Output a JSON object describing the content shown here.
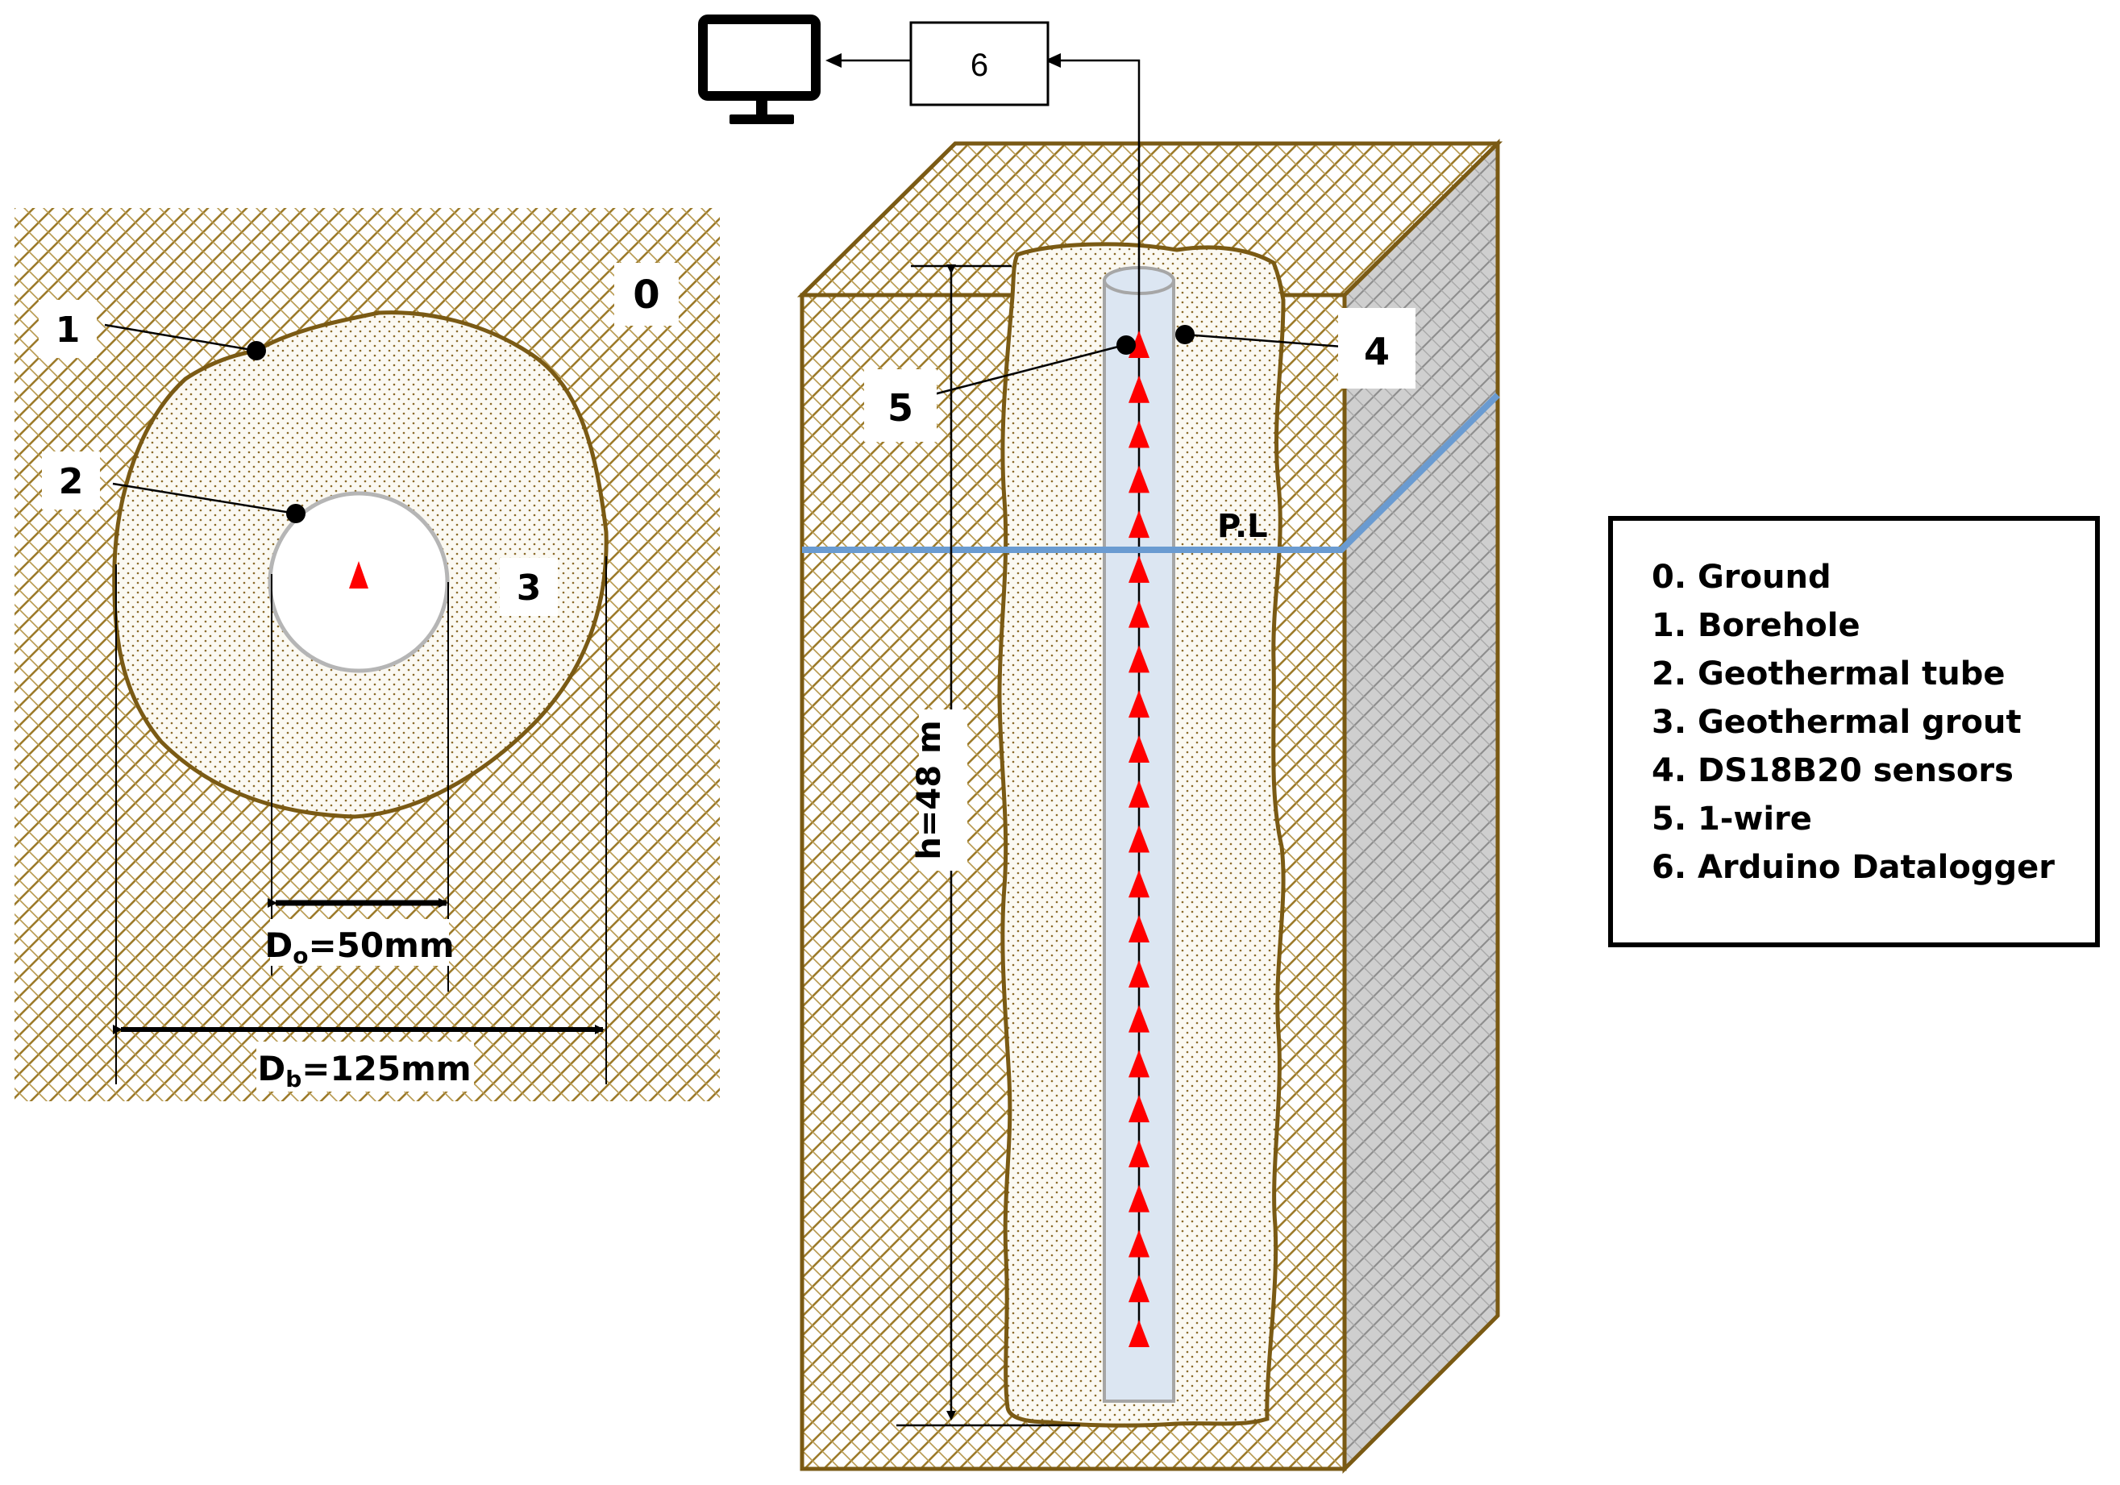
{
  "plan_view": {
    "callouts": [
      "0",
      "1",
      "2",
      "3"
    ],
    "dim_tube": {
      "prefix": "D",
      "sub": "o",
      "suffix": "=50mm"
    },
    "dim_borehole": {
      "prefix": "D",
      "sub": "b",
      "suffix": "=125mm"
    }
  },
  "section_view": {
    "callouts": [
      "4",
      "5"
    ],
    "depth_label": "h=48 m",
    "pl_label": "P.L",
    "sensor_count": 23
  },
  "datalogger": {
    "box_label": "6",
    "icon": "computer-monitor-icon"
  },
  "legend": {
    "items": [
      "0. Ground",
      "1. Borehole",
      "2. Geothermal tube",
      "3. Geothermal grout",
      "4. DS18B20 sensors",
      "5. 1-wire",
      "6. Arduino Datalogger"
    ]
  },
  "colors": {
    "ground_outline": "#7a5a14",
    "ground_hatch": "#9c7a2a",
    "grout_dots": "#8a6a2a",
    "tube_fill": "#dce6f2",
    "sensor": "#ff0000",
    "piezometric_line": "#6a9bd1",
    "side_face": "#c8c8c8"
  }
}
